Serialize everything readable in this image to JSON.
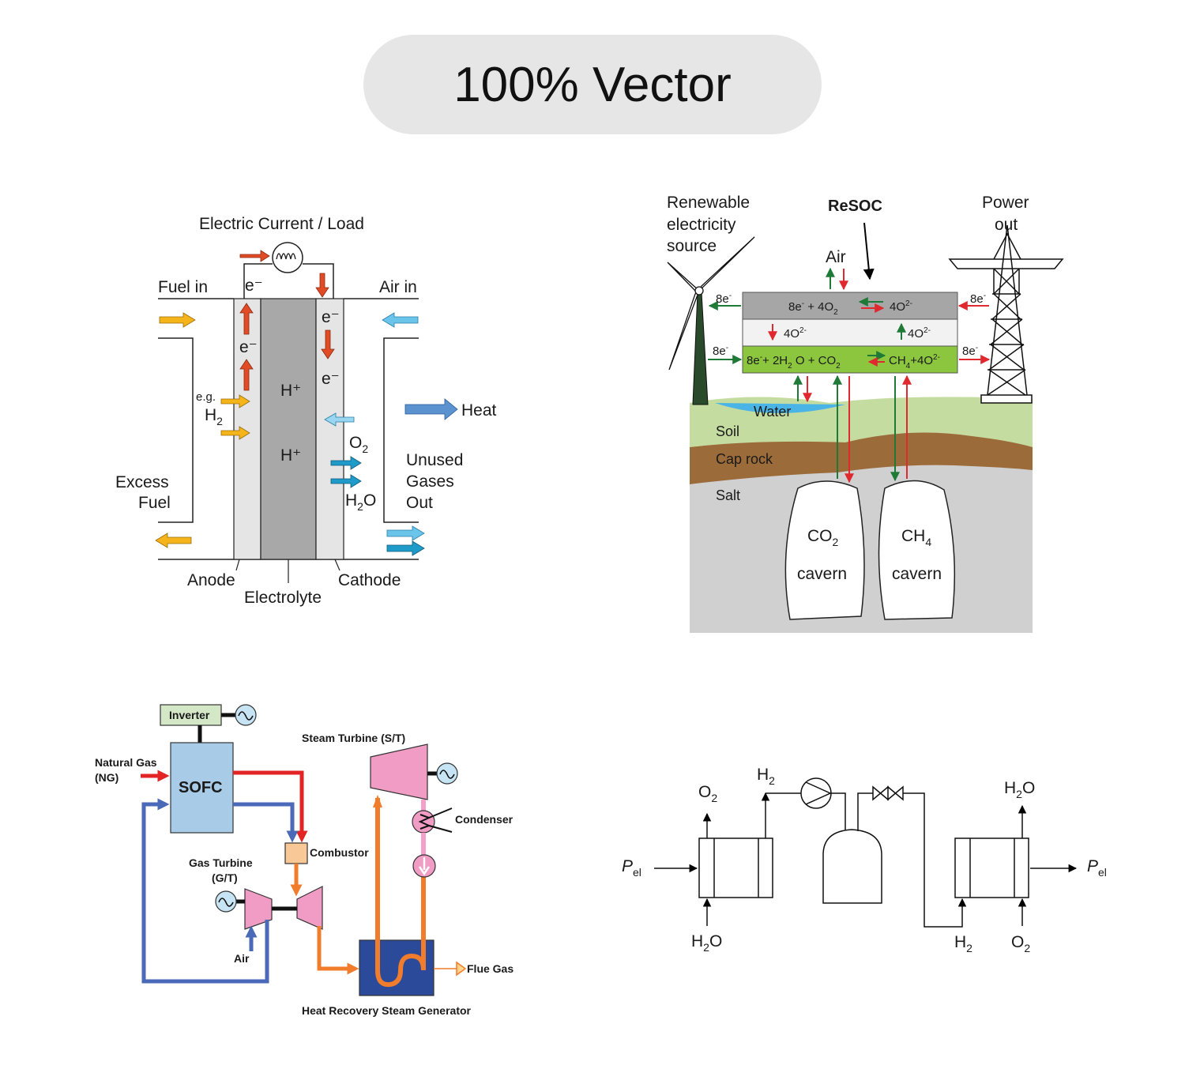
{
  "badge": {
    "title": "100% Vector"
  },
  "fuel_cell": {
    "load_label": "Electric Current / Load",
    "fuel_in": "Fuel in",
    "air_in": "Air in",
    "electron": "e⁻",
    "eg": "e.g.",
    "h2": "H",
    "h2_sub": "2",
    "hplus": "H⁺",
    "o2": "O",
    "o2_sub": "2",
    "h2o_h": "H",
    "h2o_sub": "2",
    "h2o_o": "O",
    "heat": "Heat",
    "excess_fuel_1": "Excess",
    "excess_fuel_2": "Fuel",
    "unused_1": "Unused",
    "unused_2": "Gases",
    "unused_3": "Out",
    "anode": "Anode",
    "electrolyte": "Electrolyte",
    "cathode": "Cathode"
  },
  "resoc": {
    "renewable_1": "Renewable",
    "renewable_2": "electricity",
    "renewable_3": "source",
    "title": "ReSOC",
    "power_1": "Power",
    "power_2": "out",
    "air": "Air",
    "e8": "8e",
    "top_reaction_left": "8e",
    "top_reaction_mid": " + 4O",
    "top_reaction_right": "4O",
    "mid_left": "4O",
    "mid_right": "4O",
    "bottom_reaction_left": "8e",
    "bottom_reaction_mid1": "+ 2H",
    "bottom_reaction_mid2": " O + CO",
    "bottom_reaction_right": "CH",
    "bottom_reaction_right2": "+4O",
    "water": "Water",
    "soil": "Soil",
    "cap_rock": "Cap rock",
    "salt": "Salt",
    "co2": "CO",
    "ch4": "CH",
    "cavern": "cavern",
    "colors": {
      "top_layer": "#a6a6a6",
      "middle_layer": "#f2f2f2",
      "bottom_layer": "#8cc63f",
      "soil": "#c5dca0",
      "cap_rock": "#9c6b3a",
      "salt": "#d0d0d0",
      "water": "#4ab4e6",
      "green_arrow": "#1e7a36",
      "red_arrow": "#e0282f"
    }
  },
  "sofc_plant": {
    "inverter": "Inverter",
    "sofc": "SOFC",
    "natural_gas_1": "Natural Gas",
    "natural_gas_2": "(NG)",
    "steam_turbine": "Steam Turbine (S/T)",
    "condenser": "Condenser",
    "combustor": "Combustor",
    "gas_turbine_1": "Gas Turbine",
    "gas_turbine_2": "(G/T)",
    "air": "Air",
    "flue_gas": "Flue Gas",
    "hrsg": "Heat Recovery Steam Generator",
    "colors": {
      "sofc": "#a8cbe8",
      "inverter": "#d4e8c8",
      "turbine": "#f09cc4",
      "combustor": "#f8c896",
      "hrsg": "#2c4a9a",
      "red_line": "#e32424",
      "blue_line": "#4a6ab8",
      "orange_line": "#f07c2c"
    }
  },
  "storage": {
    "p": "P",
    "el": "el",
    "o2": "O",
    "h2o_h": "H",
    "h2o_o": "O",
    "h2": "H",
    "sub2": "2"
  }
}
